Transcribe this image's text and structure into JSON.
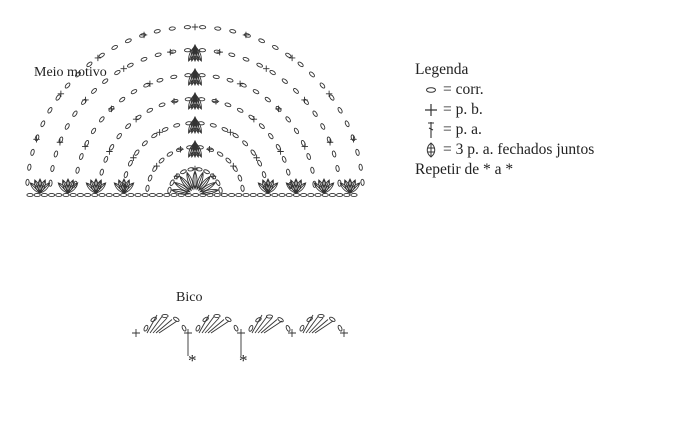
{
  "motif": {
    "title": "Meio motivo"
  },
  "bico": {
    "title": "Bico",
    "repeat_marks": [
      "*",
      "*"
    ]
  },
  "legend": {
    "title": "Legenda",
    "items": [
      {
        "icon": "chain-stitch-icon",
        "text": "= corr."
      },
      {
        "icon": "single-crochet-icon",
        "text": "= p. b."
      },
      {
        "icon": "double-crochet-icon",
        "text": "= p. a."
      },
      {
        "icon": "three-dc-cluster-icon",
        "text": "= 3 p. a. fechados juntos"
      }
    ],
    "repeat": "Repetir de * a *"
  },
  "colors": {
    "ink": "#222222",
    "paper": "#ffffff"
  }
}
